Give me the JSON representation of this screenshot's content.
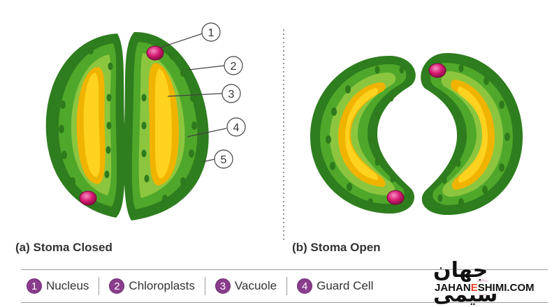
{
  "diagram": {
    "callouts": [
      "1",
      "2",
      "3",
      "4",
      "5"
    ],
    "caption_closed": "(a) Stoma Closed",
    "caption_open": "(b) Stoma Open"
  },
  "legend": [
    {
      "num": "1",
      "label": "Nucleus"
    },
    {
      "num": "2",
      "label": "Chloroplasts"
    },
    {
      "num": "3",
      "label": "Vacuole"
    },
    {
      "num": "4",
      "label": "Guard Cell"
    }
  ],
  "watermark": {
    "top": "جهان شیمی",
    "bottom_prefix": "JAHAN",
    "bottom_e": "E",
    "bottom_suffix": "SHIMI.COM"
  },
  "colors": {
    "outer_wall": "#2e7d1e",
    "cytoplasm_dark": "#4fa82a",
    "cytoplasm_light": "#8cc63f",
    "vacuole_outer": "#f0b400",
    "vacuole_inner": "#ffd21f",
    "chloroplast": "#2f7a1c",
    "nucleus": "#c2186b",
    "legend_badge": "#8a3d8c"
  }
}
